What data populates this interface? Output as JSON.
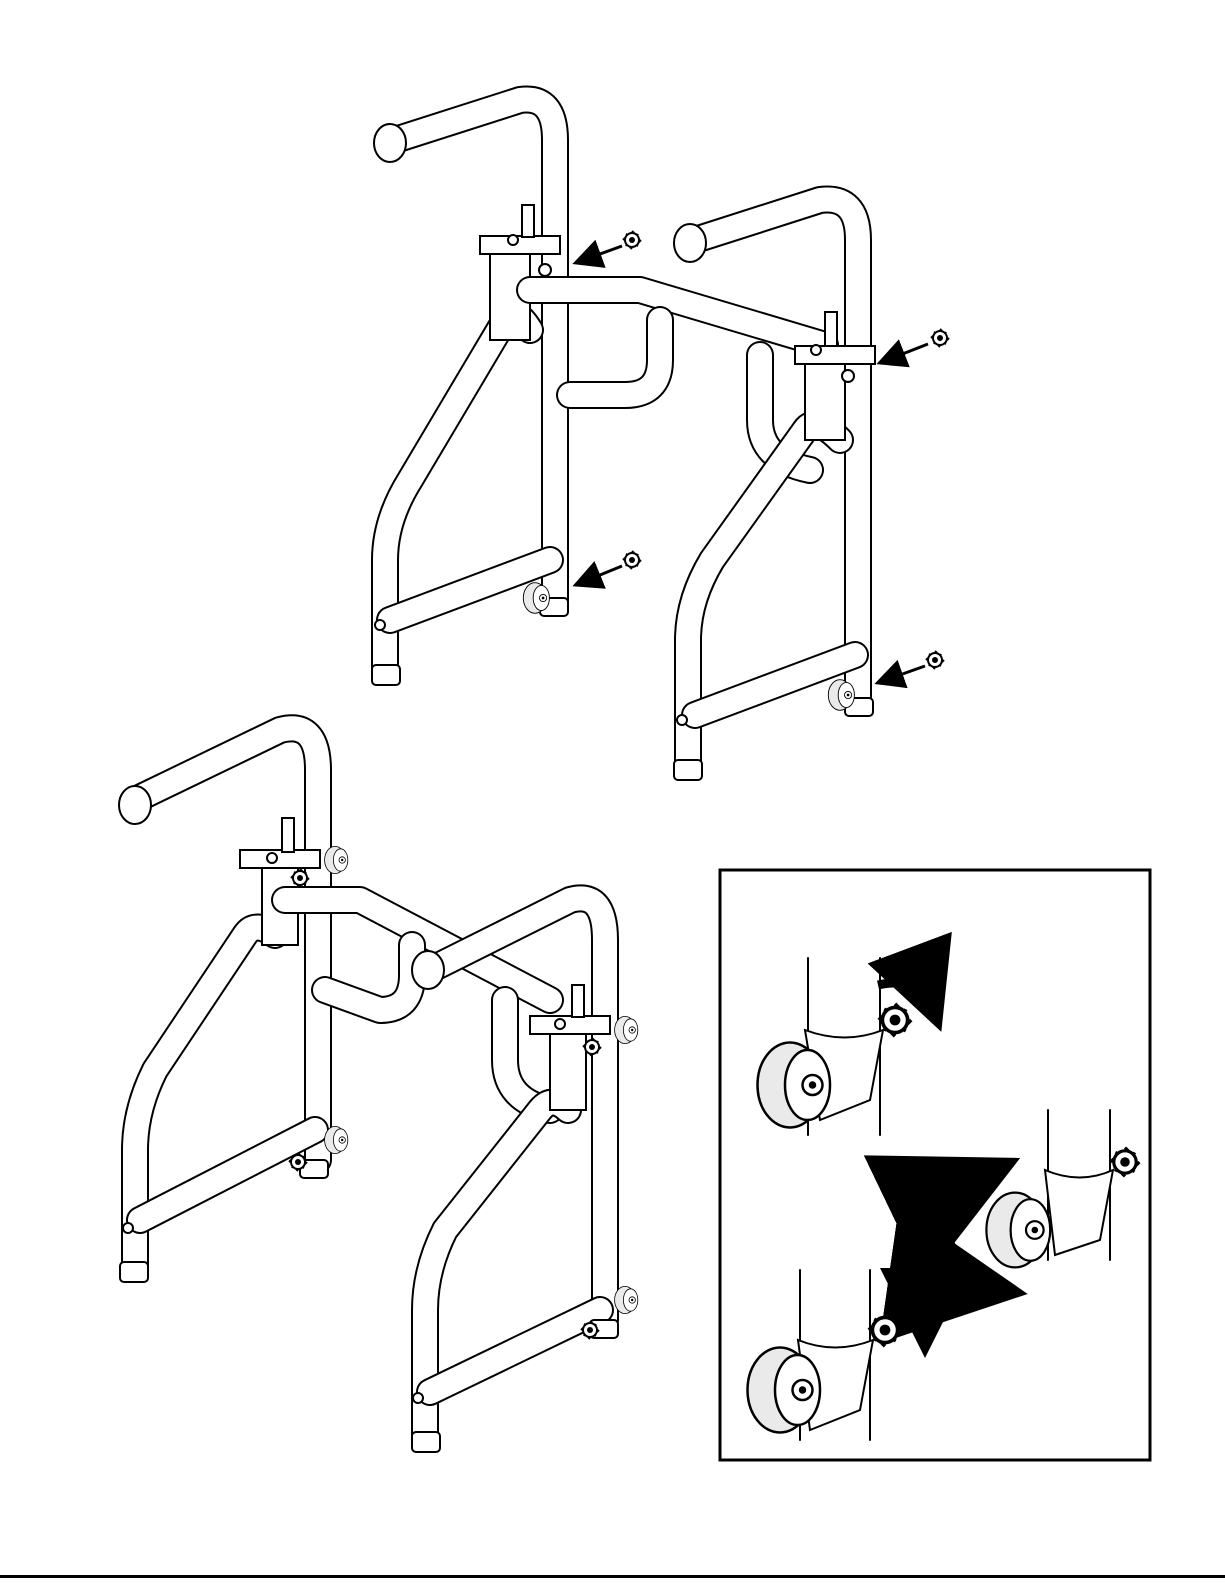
{
  "figure": {
    "description_visible_text": "",
    "colors": {
      "ink": "#000000",
      "paper": "#ffffff",
      "shade": "#eaeaea"
    },
    "views": [
      {
        "name": "exploded-view",
        "arrows": 4,
        "knobs": 4
      },
      {
        "name": "assembled-view",
        "knobs": 4
      },
      {
        "name": "caster-detail-inset",
        "steps": 3,
        "rotation-arrows": 3
      }
    ]
  }
}
